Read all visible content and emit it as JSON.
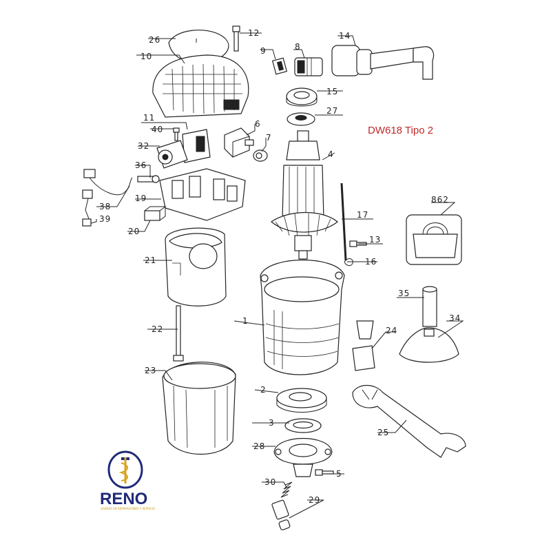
{
  "title": "DW618 Tipo 2",
  "colors": {
    "title": "#c0282a",
    "logo_blue": "#1f2a78",
    "logo_gold": "#d8a21c",
    "ink": "#222222"
  },
  "logo": {
    "name": "RENO",
    "tagline": "LIDERES EN REPARACIONES Y SERVICIO"
  },
  "callouts": [
    "26",
    "12",
    "10",
    "9",
    "8",
    "14",
    "15",
    "27",
    "11",
    "40",
    "6",
    "32",
    "7",
    "4",
    "36",
    "19",
    "38",
    "39",
    "20",
    "862",
    "17",
    "13",
    "16",
    "21",
    "35",
    "34",
    "1",
    "24",
    "22",
    "23",
    "2",
    "25",
    "3",
    "28",
    "5",
    "30",
    "29"
  ]
}
